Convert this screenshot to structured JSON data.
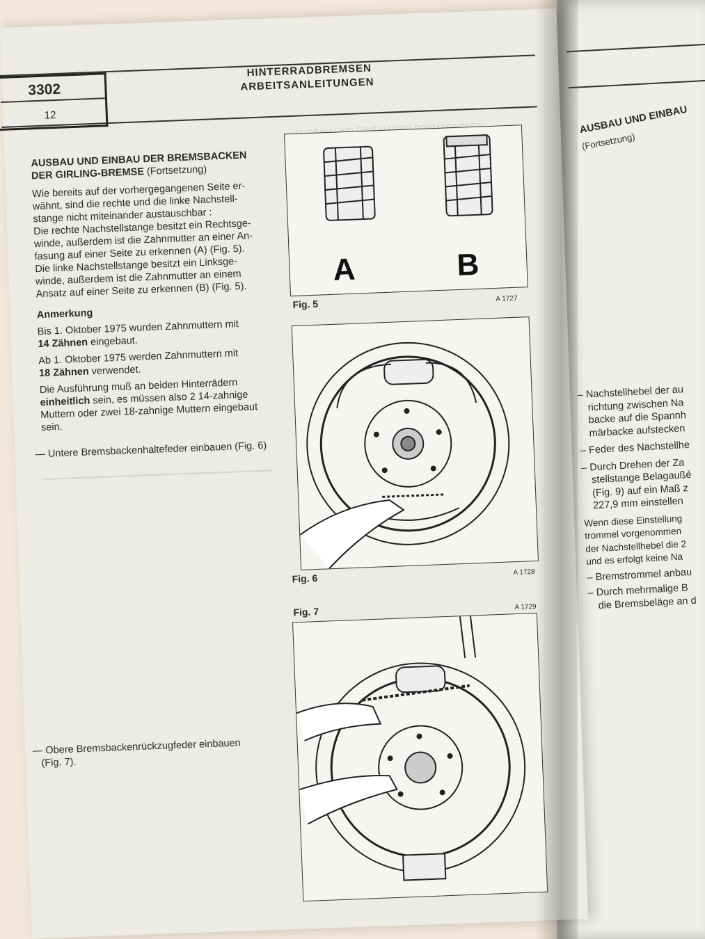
{
  "header": {
    "section_number": "3302",
    "page_number": "12",
    "title_line1": "HINTERRADBREMSEN",
    "title_line2": "ARBEITSANLEITUNGEN"
  },
  "left_column": {
    "heading_line1": "AUSBAU UND EINBAU DER BREMSBACKEN",
    "heading_line2_bold": "DER GIRLING-BREMSE",
    "heading_line2_rest": " (Fortsetzung)",
    "para1": [
      "Wie bereits auf der vorhergegangenen Seite er-",
      "wähnt, sind die rechte und die linke Nachstell-",
      "stange nicht miteinander austauschbar :",
      "Die rechte Nachstellstange besitzt ein Rechtsge-",
      "winde, außerdem ist die Zahnmutter an einer An-",
      "fasung auf einer Seite zu erkennen (A) (Fig. 5).",
      "Die linke Nachstellstange besitzt ein Linksge-",
      "winde, außerdem ist die Zahnmutter an einem",
      "Ansatz auf einer Seite zu erkennen (B) (Fig. 5)."
    ],
    "note_heading": "Anmerkung",
    "note1_line1": "Bis 1. Oktober 1975 wurden Zahnmuttern mit",
    "note1_bold": "14 Zähnen",
    "note1_rest": " eingebaut.",
    "note2_line1": "Ab 1. Oktober 1975 werden Zahnmuttern mit",
    "note2_bold": "18 Zähnen",
    "note2_rest": " verwendet.",
    "note3_line1": "Die Ausführung muß an beiden Hinterrädern",
    "note3_bold": "einheitlich",
    "note3_rest": " sein, es müssen also 2 14-zahnige",
    "note3_line3": "Muttern oder zwei 18-zahnige Muttern eingebaut",
    "note3_line4": "sein.",
    "step1": "— Untere Bremsbackenhaltefeder einbauen (Fig. 6)",
    "step2_line1": "— Obere Bremsbackenrückzugfeder einbauen",
    "step2_line2": "(Fig. 7)."
  },
  "figures": {
    "fig5_label": "Fig. 5",
    "fig5_code": "A 1727",
    "fig5_letter_a": "A",
    "fig5_letter_b": "B",
    "fig6_label": "Fig. 6",
    "fig6_code": "A 1728",
    "fig7_label": "Fig. 7",
    "fig7_code": "A 1729"
  },
  "right_page": {
    "heading": "AUSBAU UND EINBAU",
    "subheading": "(Fortsetzung)",
    "lines": [
      "– Nachstellhebel der au",
      "richtung zwischen Na",
      "backe auf die Spannh",
      "märbacke aufstecken",
      "– Feder des Nachstellhe",
      "– Durch Drehen der Za",
      "stellstange Belagaußé",
      "(Fig. 9) auf ein Maß z",
      "227,9 mm einstellen",
      "Wenn diese Einstellung",
      "trommel vorgenommen",
      "der Nachstellhebel die 2",
      "und es erfolgt keine Na",
      "– Bremstrommel anbau",
      "– Durch mehrmalige B",
      "die Bremsbeläge an d"
    ]
  }
}
